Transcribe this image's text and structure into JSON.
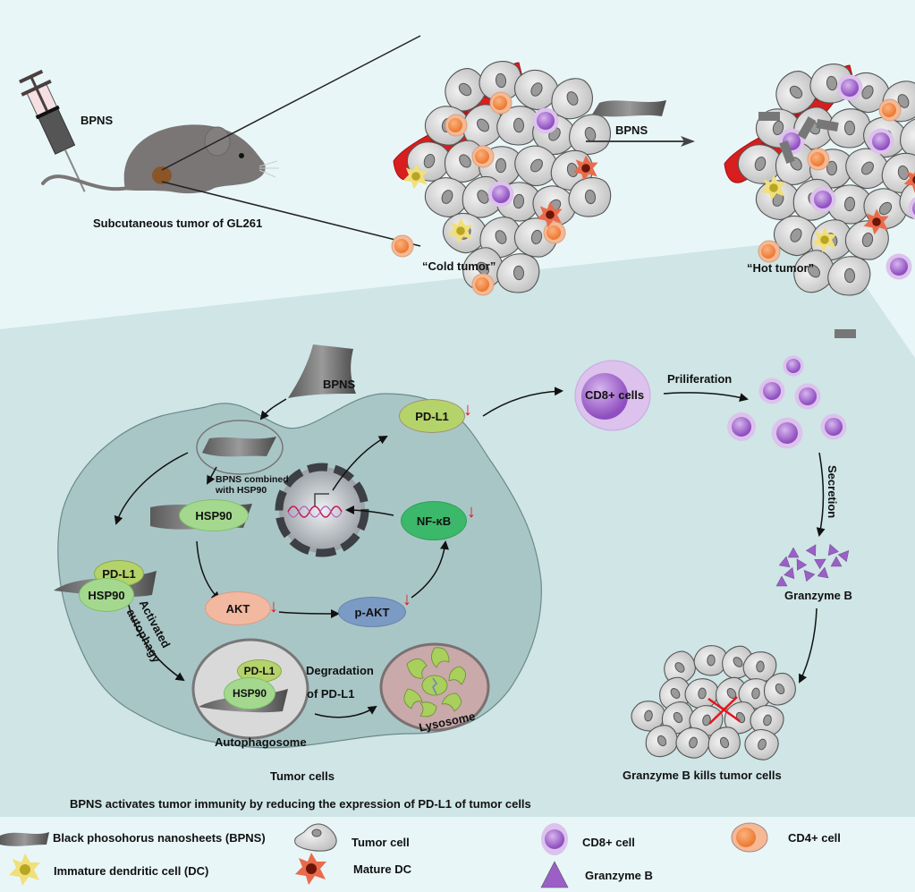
{
  "colors": {
    "background": "#e8f6f7",
    "panel": "#cfe5e6",
    "cell_body": "#a9c6c7",
    "pd_l1": "#b5d36b",
    "hsp90": "#a4d88e",
    "nf_kb": "#3cb86a",
    "akt": "#f2b8a0",
    "p_akt": "#7b9ac4",
    "down_arrow": "#e8141a",
    "cd8": "#9b5fc7",
    "cd4": "#f08c4a",
    "blood_vessel": "#d81e1e",
    "granzyme": "#9b5fc7"
  },
  "top": {
    "injection_label": "BPNS",
    "mouse_caption": "Subcutaneous tumor of GL261",
    "cold_tumor_label": "“Cold tumor”",
    "hot_tumor_label": "“Hot tumor”",
    "treatment_arrow_label": "BPNS"
  },
  "mechanism": {
    "bpns_entry_label": "BPNS",
    "combined_label_line1": "BPNS combined",
    "combined_label_line2": "with HSP90",
    "hsp90_label": "HSP90",
    "pdl1_complex_top": "PD-L1",
    "hsp90_complex_bottom": "HSP90",
    "autophagy_label_line1": "Activated",
    "autophagy_label_line2": "autophagy",
    "akt_label": "AKT",
    "p_akt_label": "p-AKT",
    "nf_kb_label": "NF-κB",
    "pd_l1_surface_label": "PD-L1",
    "autophagosome_pdl1": "PD-L1",
    "autophagosome_hsp90": "HSP90",
    "autophagosome_label": "Autophagosome",
    "degradation_line1": "Degradation",
    "degradation_line2": "of PD-L1",
    "lysosome_label": "Lysosome",
    "tumor_cells_label": "Tumor cells",
    "down_arrow_glyph": "↓"
  },
  "immune": {
    "cd8_label": "CD8+ cells",
    "proliferation_label": "Priliferation",
    "secretion_label": "Secretion",
    "granzyme_label": "Granzyme B",
    "kill_label": "Granzyme B kills tumor cells"
  },
  "summary": "BPNS activates tumor immunity by reducing the expression of PD-L1 of tumor cells",
  "legend": [
    {
      "icon": "nanosheet-icon",
      "label": "Black phosohorus nanosheets (BPNS)"
    },
    {
      "icon": "tumor-cell-icon",
      "label": "Tumor cell"
    },
    {
      "icon": "cd8-cell-icon",
      "label": "CD8+ cell"
    },
    {
      "icon": "cd4-cell-icon",
      "label": "CD4+ cell"
    },
    {
      "icon": "immature-dc-icon",
      "label": "Immature dendritic cell (DC)"
    },
    {
      "icon": "mature-dc-icon",
      "label": "Mature DC"
    },
    {
      "icon": "granzyme-icon",
      "label": "Granzyme B"
    }
  ]
}
